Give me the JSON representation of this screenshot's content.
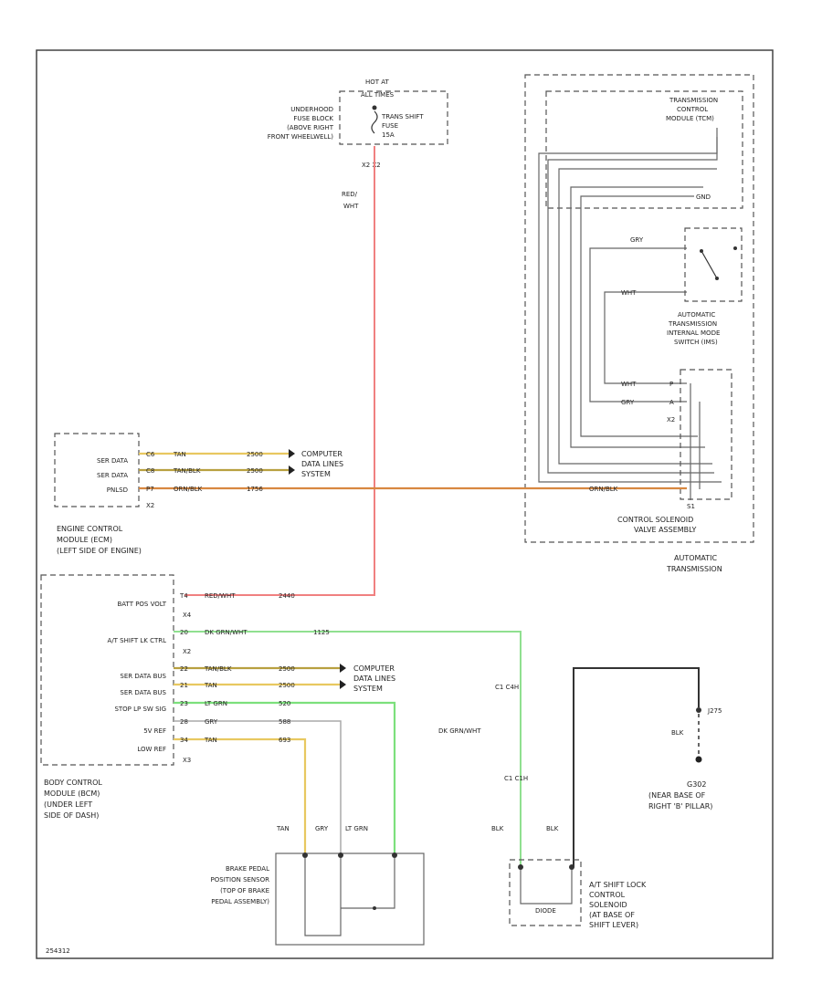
{
  "colors": {
    "red_wire": "#f08080",
    "tan_wire": "#e8c860",
    "orange_wire": "#d88840",
    "green_wire": "#7ce07c",
    "dkgreen_wire": "#90e090"
  },
  "fuse_block": {
    "hot_at": "HOT AT",
    "hot_times": "ALL TIMES",
    "lines": [
      "UNDERHOOD",
      "FUSE BLOCK",
      "(ABOVE RIGHT",
      "FRONT WHEELWELL)"
    ],
    "fuse": [
      "TRANS SHIFT",
      "FUSE",
      "15A"
    ],
    "pin": "X2  X2"
  },
  "red_wire_label": [
    "RED/",
    "WHT"
  ],
  "tcm": {
    "lines": [
      "TRANSMISSION",
      "CONTROL",
      "MODULE (TCM)"
    ],
    "gnd": "GND",
    "mode_switch": [
      "AUTOMATIC",
      "TRANSMISSION",
      "INTERNAL MODE",
      "SWITCH (IMS)"
    ],
    "wires": [
      "GRY",
      "WHT",
      "WHT",
      "GRY"
    ],
    "pins": [
      "P",
      "A"
    ],
    "x2": "X2",
    "s1": "S1",
    "solenoid": [
      "CONTROL SOLENOID",
      "VALVE ASSEMBLY"
    ],
    "automatic": [
      "AUTOMATIC",
      "TRANSMISSION"
    ]
  },
  "ecm": {
    "rows": [
      {
        "label": "SER DATA",
        "pin": "C6",
        "color": "TAN",
        "circuit": "2500"
      },
      {
        "label": "SER DATA",
        "pin": "C8",
        "color": "TAN/BLK",
        "circuit": "2500"
      },
      {
        "label": "PNLSD",
        "pin": "P7",
        "color": "ORN/BLK",
        "circuit": "1756"
      }
    ],
    "x": "X2",
    "title": [
      "ENGINE CONTROL",
      "MODULE (ECM)",
      "(LEFT SIDE OF ENGINE)"
    ],
    "computer": [
      "COMPUTER",
      "DATA LINES",
      "SYSTEM"
    ],
    "orn_right": "ORN/BLK"
  },
  "bcm": {
    "rows": [
      {
        "label": "BATT POS VOLT",
        "pin": "T4",
        "color": "RED/WHT",
        "circuit": "2440"
      },
      {
        "label": "A/T SHIFT LK CTRL",
        "pin": "20",
        "color": "DK GRN/WHT",
        "circuit": "1125"
      },
      {
        "label": "SER DATA BUS",
        "pin": "22",
        "color": "TAN/BLK",
        "circuit": "2500"
      },
      {
        "label": "SER DATA BUS",
        "pin": "21",
        "color": "TAN",
        "circuit": "2500"
      },
      {
        "label": "STOP LP SW SIG",
        "pin": "23",
        "color": "LT GRN",
        "circuit": "520"
      },
      {
        "label": "5V REF",
        "pin": "28",
        "color": "GRY",
        "circuit": "588"
      },
      {
        "label": "LOW REF",
        "pin": "34",
        "color": "TAN",
        "circuit": "693"
      }
    ],
    "x_labels": [
      "X4",
      "X2",
      "X3"
    ],
    "title": [
      "BODY CONTROL",
      "MODULE (BCM)",
      "(UNDER LEFT",
      "SIDE OF DASH)"
    ],
    "computer": [
      "COMPUTER",
      "DATA LINES",
      "SYSTEM"
    ]
  },
  "shift_lock": {
    "c1_top": "C1  C4H",
    "dk_grn": "DK GRN/WHT",
    "c1_bot": "C1  C1H",
    "blk_a": "BLK",
    "blk_b": "BLK",
    "label": [
      "A/T SHIFT LOCK",
      "CONTROL",
      "SOLENOID",
      "(AT BASE OF",
      "SHIFT LEVER)"
    ],
    "diode": "DIODE"
  },
  "ground": {
    "connector": "J275",
    "wire": "BLK",
    "name": [
      "G302",
      "(NEAR BASE OF",
      "RIGHT 'B' PILLAR)"
    ]
  },
  "brake": {
    "wires": [
      "TAN",
      "GRY",
      "LT GRN"
    ],
    "label": [
      "BRAKE PEDAL",
      "POSITION SENSOR",
      "(TOP OF BRAKE",
      "PEDAL ASSEMBLY)"
    ]
  },
  "footer_code": "254312"
}
